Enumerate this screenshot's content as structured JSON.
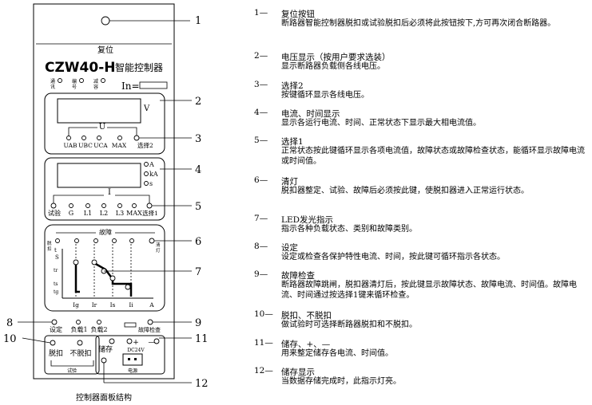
{
  "panel": {
    "reset_label": "复位",
    "model": "CZW40-H",
    "model_suffix": "智能控制器",
    "comm_label": [
      "通",
      "讯"
    ],
    "code_label": [
      "编",
      "号"
    ],
    "thermal_label": [
      "减",
      "容"
    ],
    "in_label": "In=",
    "voltage_unit": "V",
    "u_label": "U",
    "voltage_buttons": [
      "UAB",
      "UBC",
      "UCA",
      "MAX",
      "选择2"
    ],
    "current_units": [
      "A",
      "kA",
      "s"
    ],
    "i_label": "I",
    "current_buttons": [
      "试验",
      "G",
      "L1",
      "L2",
      "L3",
      "MAX",
      "选择1"
    ],
    "fault_title": "故障",
    "fault_left": [
      "脱",
      "扣"
    ],
    "fault_right": [
      "清",
      "灯"
    ],
    "curve_y_labels": [
      "t",
      "S",
      "tr",
      "ts",
      "tg"
    ],
    "curve_x_labels": [
      "Ig",
      "Ir",
      "Is",
      "Ii",
      "A"
    ],
    "bottom_buttons": [
      "设定",
      "负载1",
      "负载2",
      "故障检查"
    ],
    "trip_buttons": [
      "脱扣",
      "不脱扣"
    ],
    "trip_caption": "试验",
    "store_label": "储存",
    "plus_label": "+",
    "minus_label": "—",
    "dc_label": "DC24V",
    "power_label": "电源",
    "caption": "控制器面板结构",
    "callout_numbers": [
      "1",
      "2",
      "3",
      "4",
      "5",
      "6",
      "7",
      "8",
      "9",
      "10",
      "11",
      "12"
    ]
  },
  "legend": [
    {
      "num": "1",
      "title": "复位按钮",
      "desc": "断路器智能控制器脱扣或试验脱扣后必须将此按钮按下,方可再次闭合断路器。"
    },
    {
      "num": "2",
      "title": "电压显示（按用户要求选装）",
      "desc": "显示断路器负载侧各线电压。"
    },
    {
      "num": "3",
      "title": "选择2",
      "desc": "按键循环显示各线电压。"
    },
    {
      "num": "4",
      "title": "电流、时间显示",
      "desc": "显示各运行电流、时间、正常状态下显示最大相电流值。"
    },
    {
      "num": "5",
      "title": "选择1",
      "desc": "正常状态按此键循环显示各项电流值，故障状态或故障检查状态，能循环显示故障电流或时间值。"
    },
    {
      "num": "6",
      "title": "清灯",
      "desc": "脱扣器整定、试验、故障后必须按此键，使脱扣器进入正常运行状态。"
    },
    {
      "num": "7",
      "title": "LED发光指示",
      "desc": "指示各种负载状态、类别和故障类别。"
    },
    {
      "num": "8",
      "title": "设定",
      "desc": "设定或检查各保护特性电流、时间，按此键可循环指示各状态。"
    },
    {
      "num": "9",
      "title": "故障检查",
      "desc": "断路器故障跳闸，脱扣器清灯后，按此键显示故障状态、故障电流、时间值。故障电流、时间通过按选择1键来循环检查。"
    },
    {
      "num": "10",
      "title": "脱扣、不脱扣",
      "desc": "做试验时可选择断路器脱扣和不脱扣。"
    },
    {
      "num": "11",
      "title": "储存、+、—",
      "desc": "用来整定储存各电流、时间值。"
    },
    {
      "num": "12",
      "title": "储存显示",
      "desc": "当数据存储完成时，此指示灯亮。"
    }
  ]
}
